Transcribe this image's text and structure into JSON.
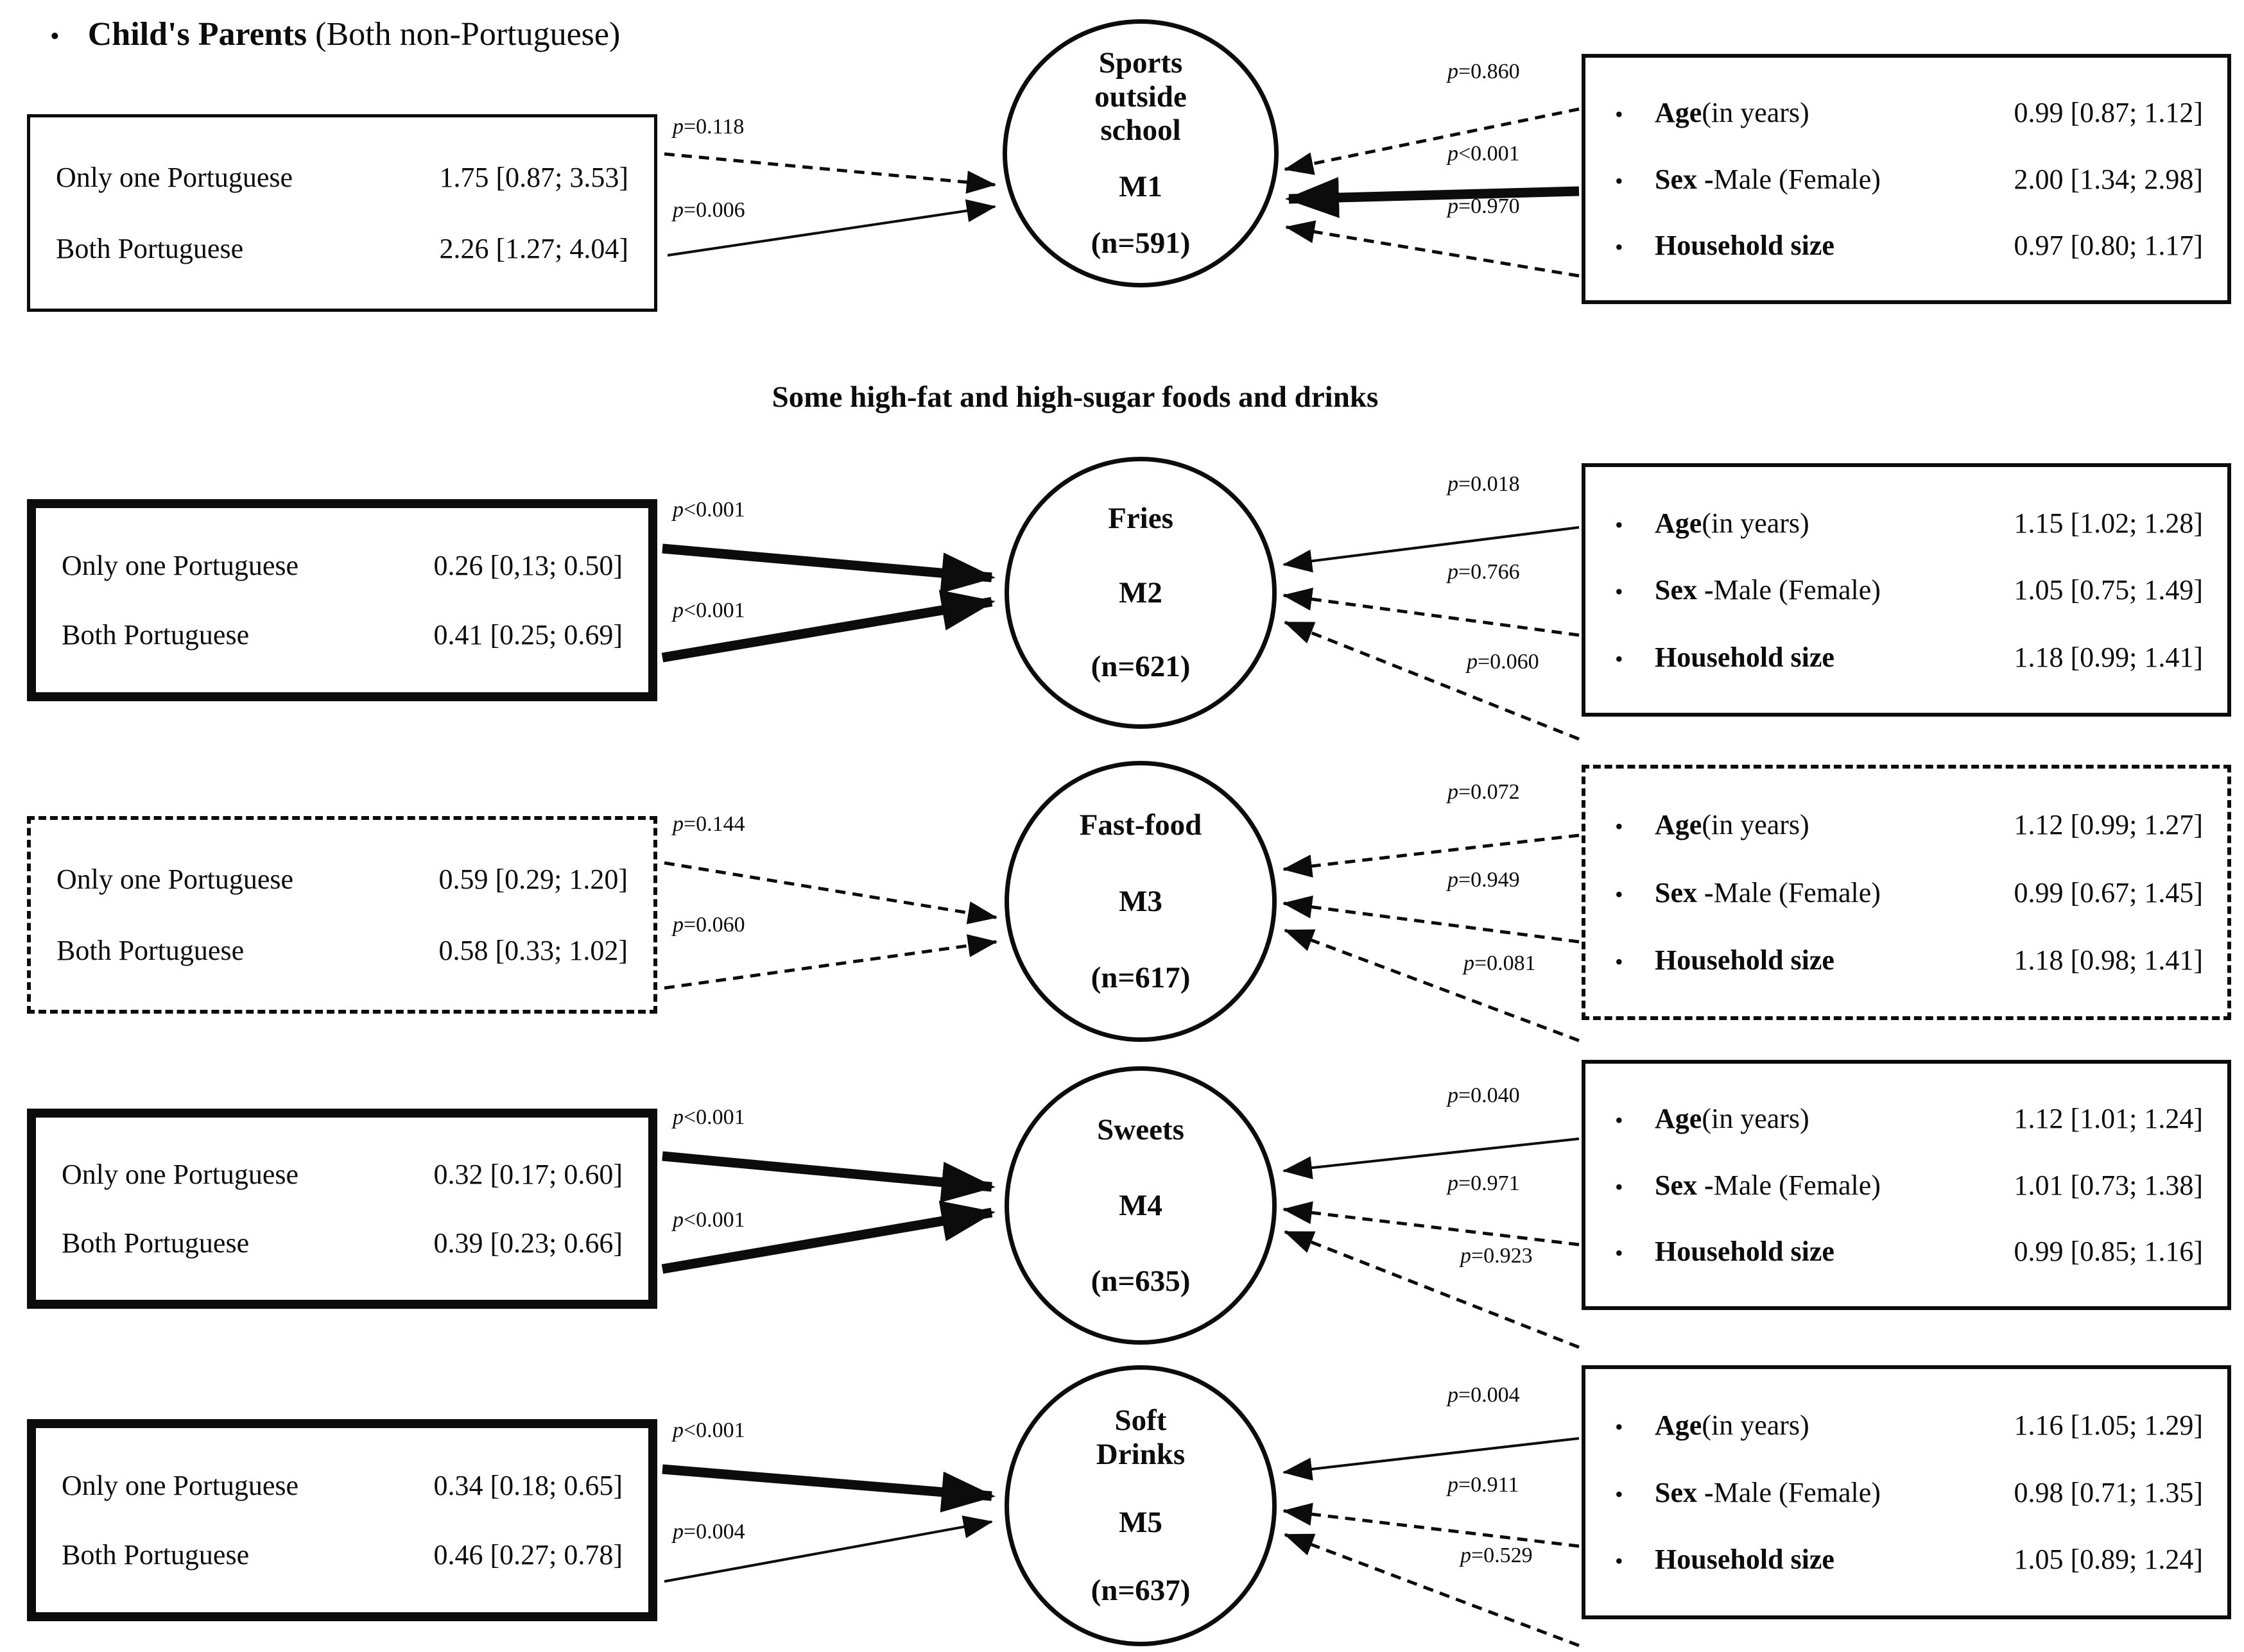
{
  "page": {
    "background": "#ffffff",
    "ink": "#0c0c0c"
  },
  "header": {
    "bullet": "•",
    "label_bold": "Child's Parents",
    "label_rest": " (Both non-Portuguese)"
  },
  "section_title": "Some high-fat and high-sugar foods and drinks",
  "models": [
    {
      "id": "M1",
      "circle": {
        "name_lines": [
          "Sports",
          "outside",
          "school"
        ],
        "model": "M1",
        "n": "(n=591)"
      },
      "left_box": {
        "border": "thin",
        "rows": [
          {
            "label": "Only one Portuguese",
            "value": "1.75 [0.87; 3.53]"
          },
          {
            "label": "Both Portuguese",
            "value": "2.26 [1.27; 4.04]"
          }
        ]
      },
      "left_arrows": [
        {
          "p": "p=0.118",
          "style": "dashed"
        },
        {
          "p": "p=0.006",
          "style": "thin"
        }
      ],
      "right_box": {
        "border": "thin",
        "rows": [
          {
            "bullet": "•",
            "label": "Age",
            "suffix": " (in years)",
            "value": "0.99 [0.87; 1.12]"
          },
          {
            "bullet": "•",
            "label": "Sex -",
            "suffix": " Male (Female)",
            "value": "2.00 [1.34; 2.98]"
          },
          {
            "bullet": "•",
            "label": "Household size",
            "suffix": "",
            "value": "0.97 [0.80; 1.17]"
          }
        ]
      },
      "right_arrows": [
        {
          "p": "p=0.860",
          "style": "dashed"
        },
        {
          "p": "p<0.001",
          "style": "thick"
        },
        {
          "p": "p=0.970",
          "style": "dashed"
        }
      ]
    },
    {
      "id": "M2",
      "circle": {
        "name_lines": [
          "Fries"
        ],
        "model": "M2",
        "n": "(n=621)"
      },
      "left_box": {
        "border": "thick",
        "rows": [
          {
            "label": "Only one Portuguese",
            "value": "0.26 [0,13; 0.50]"
          },
          {
            "label": "Both Portuguese",
            "value": "0.41 [0.25; 0.69]"
          }
        ]
      },
      "left_arrows": [
        {
          "p": "p<0.001",
          "style": "thick"
        },
        {
          "p": "p<0.001",
          "style": "thick"
        }
      ],
      "right_box": {
        "border": "thin",
        "rows": [
          {
            "bullet": "•",
            "label": "Age",
            "suffix": " (in years)",
            "value": "1.15 [1.02; 1.28]"
          },
          {
            "bullet": "•",
            "label": "Sex -",
            "suffix": " Male (Female)",
            "value": "1.05 [0.75; 1.49]"
          },
          {
            "bullet": "•",
            "label": "Household size",
            "suffix": "",
            "value": "1.18 [0.99; 1.41]"
          }
        ]
      },
      "right_arrows": [
        {
          "p": "p=0.018",
          "style": "thin"
        },
        {
          "p": "p=0.766",
          "style": "dashed"
        },
        {
          "p": "p=0.060",
          "style": "dashed"
        }
      ]
    },
    {
      "id": "M3",
      "circle": {
        "name_lines": [
          "Fast-food"
        ],
        "model": "M3",
        "n": "(n=617)"
      },
      "left_box": {
        "border": "dashed",
        "rows": [
          {
            "label": "Only one Portuguese",
            "value": "0.59 [0.29; 1.20]"
          },
          {
            "label": "Both Portuguese",
            "value": "0.58 [0.33; 1.02]"
          }
        ]
      },
      "left_arrows": [
        {
          "p": "p=0.144",
          "style": "dashed"
        },
        {
          "p": "p=0.060",
          "style": "dashed"
        }
      ],
      "right_box": {
        "border": "dashed",
        "rows": [
          {
            "bullet": "•",
            "label": "Age",
            "suffix": " (in years)",
            "value": "1.12 [0.99; 1.27]"
          },
          {
            "bullet": "•",
            "label": "Sex -",
            "suffix": " Male (Female)",
            "value": "0.99 [0.67; 1.45]"
          },
          {
            "bullet": "•",
            "label": "Household size",
            "suffix": "",
            "value": "1.18 [0.98; 1.41]"
          }
        ]
      },
      "right_arrows": [
        {
          "p": "p=0.072",
          "style": "dashed"
        },
        {
          "p": "p=0.949",
          "style": "dashed"
        },
        {
          "p": "p=0.081",
          "style": "dashed"
        }
      ]
    },
    {
      "id": "M4",
      "circle": {
        "name_lines": [
          "Sweets"
        ],
        "model": "M4",
        "n": "(n=635)"
      },
      "left_box": {
        "border": "thick",
        "rows": [
          {
            "label": "Only one Portuguese",
            "value": "0.32 [0.17; 0.60]"
          },
          {
            "label": "Both Portuguese",
            "value": "0.39 [0.23; 0.66]"
          }
        ]
      },
      "left_arrows": [
        {
          "p": "p<0.001",
          "style": "thick"
        },
        {
          "p": "p<0.001",
          "style": "thick"
        }
      ],
      "right_box": {
        "border": "thin",
        "rows": [
          {
            "bullet": "•",
            "label": "Age",
            "suffix": " (in years)",
            "value": "1.12 [1.01; 1.24]"
          },
          {
            "bullet": "•",
            "label": "Sex -",
            "suffix": " Male (Female)",
            "value": "1.01 [0.73; 1.38]"
          },
          {
            "bullet": "•",
            "label": "Household size",
            "suffix": "",
            "value": "0.99 [0.85; 1.16]"
          }
        ]
      },
      "right_arrows": [
        {
          "p": "p=0.040",
          "style": "thin"
        },
        {
          "p": "p=0.971",
          "style": "dashed"
        },
        {
          "p": "p=0.923",
          "style": "dashed"
        }
      ]
    },
    {
      "id": "M5",
      "circle": {
        "name_lines": [
          "Soft",
          "Drinks"
        ],
        "model": "M5",
        "n": "(n=637)"
      },
      "left_box": {
        "border": "thick",
        "rows": [
          {
            "label": "Only one Portuguese",
            "value": "0.34 [0.18; 0.65]"
          },
          {
            "label": "Both Portuguese",
            "value": "0.46 [0.27; 0.78]"
          }
        ]
      },
      "left_arrows": [
        {
          "p": "p<0.001",
          "style": "thick"
        },
        {
          "p": "p=0.004",
          "style": "thin"
        }
      ],
      "right_box": {
        "border": "thin",
        "rows": [
          {
            "bullet": "•",
            "label": "Age",
            "suffix": " (in years)",
            "value": "1.16 [1.05; 1.29]"
          },
          {
            "bullet": "•",
            "label": "Sex -",
            "suffix": " Male (Female)",
            "value": "0.98 [0.71; 1.35]"
          },
          {
            "bullet": "•",
            "label": "Household size",
            "suffix": "",
            "value": "1.05 [0.89; 1.24]"
          }
        ]
      },
      "right_arrows": [
        {
          "p": "p=0.004",
          "style": "thin"
        },
        {
          "p": "p=0.911",
          "style": "dashed"
        },
        {
          "p": "p=0.529",
          "style": "dashed"
        }
      ]
    }
  ]
}
